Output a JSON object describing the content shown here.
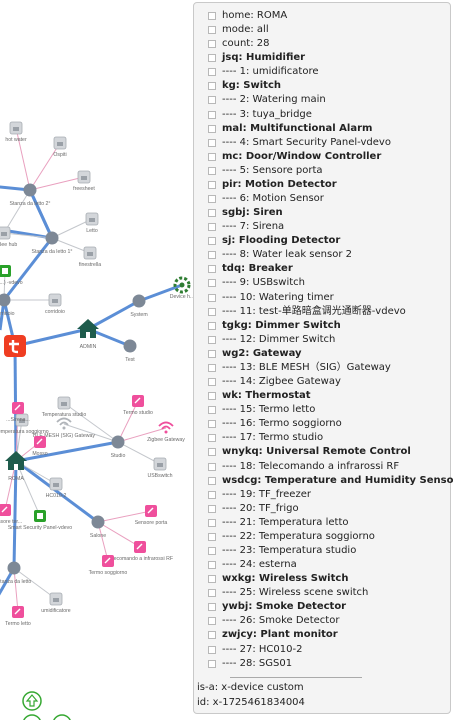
{
  "graph": {
    "nodes": [
      {
        "id": "n_hot_water",
        "label": "hot water",
        "type": "box"
      },
      {
        "id": "n_ospiti",
        "label": "Ospiti",
        "type": "box"
      },
      {
        "id": "n_freesheet",
        "label": "freesheet",
        "type": "box"
      },
      {
        "id": "n_stanza2",
        "label": "Stanza da letto 2°",
        "type": "hub"
      },
      {
        "id": "n_zigbee_hub",
        "label": "ZigBee hub",
        "type": "box"
      },
      {
        "id": "n_letto",
        "label": "Letto",
        "type": "box"
      },
      {
        "id": "n_stanza1",
        "label": "Stanza da letto 1°",
        "type": "hub"
      },
      {
        "id": "n_finestrella",
        "label": "finestrella",
        "type": "box"
      },
      {
        "id": "n_vdevo",
        "label": "(智能...) -vdevo",
        "type": "green"
      },
      {
        "id": "n_corridoio",
        "label": "Corridoio",
        "type": "hub"
      },
      {
        "id": "n_corridoio2",
        "label": "corridoio",
        "type": "box"
      },
      {
        "id": "n_system",
        "label": "System",
        "type": "hub"
      },
      {
        "id": "n_device",
        "label": "Device h...",
        "type": "gear"
      },
      {
        "id": "n_admin",
        "label": "ADMIN",
        "type": "house"
      },
      {
        "id": "n_test",
        "label": "Test",
        "type": "hub"
      },
      {
        "id": "n_tuya",
        "label": "",
        "type": "tuya"
      },
      {
        "id": "n_termo_studio",
        "label": "Termo studio",
        "type": "pink"
      },
      {
        "id": "n_temp_studio",
        "label": "Temperatura studio",
        "type": "box"
      },
      {
        "id": "n_ble",
        "label": "BLE MESH (SIG) Gateway",
        "type": "wifi"
      },
      {
        "id": "n_zig_gw",
        "label": "Zigbee Gateway",
        "type": "wifi"
      },
      {
        "id": "n_studio",
        "label": "Studio",
        "type": "hub"
      },
      {
        "id": "n_usb",
        "label": "USBswitch",
        "type": "box"
      },
      {
        "id": "n_roma",
        "label": "ROMA",
        "type": "house"
      },
      {
        "id": "n_hc",
        "label": "HC010-2",
        "type": "box"
      },
      {
        "id": "n_smart",
        "label": "Smart Security Panel-vdevo",
        "type": "green"
      },
      {
        "id": "n_sensore",
        "label": "Sensore porta",
        "type": "pink"
      },
      {
        "id": "n_salone",
        "label": "Salone",
        "type": "hub"
      },
      {
        "id": "n_telecomando",
        "label": "Telecomando a infrarossi RF",
        "type": "pink"
      },
      {
        "id": "n_termo_sogg",
        "label": "Termo soggiorno",
        "type": "pink"
      },
      {
        "id": "n_stanza_letto",
        "label": "Stanza da letto",
        "type": "hub"
      },
      {
        "id": "n_termo_letto",
        "label": "Termo letto",
        "type": "pink"
      },
      {
        "id": "n_umid",
        "label": "umidificatore",
        "type": "box"
      },
      {
        "id": "n_sensore_ter",
        "label": "...sensore ter...",
        "type": "pink"
      },
      {
        "id": "n_temp_sogg",
        "label": "Temperatura soggiorno",
        "type": "box"
      },
      {
        "id": "n_mosso",
        "label": "Mosso",
        "type": "pink"
      },
      {
        "id": "n_stanza_pink",
        "label": "...Sirena...",
        "type": "pink"
      }
    ],
    "up_icon": "arrow-up-icon"
  },
  "panel": {
    "items": [
      {
        "text": "home: ROMA",
        "bold": false
      },
      {
        "text": "mode: all",
        "bold": false
      },
      {
        "text": "count: 28",
        "bold": false
      },
      {
        "text": "jsq: Humidifier",
        "bold": true
      },
      {
        "text": "---- 1: umidificatore",
        "bold": false
      },
      {
        "text": "kg: Switch",
        "bold": true
      },
      {
        "text": "---- 2: Watering main",
        "bold": false
      },
      {
        "text": "---- 3: tuya_bridge",
        "bold": false
      },
      {
        "text": "mal: Multifunctional Alarm",
        "bold": true
      },
      {
        "text": "---- 4: Smart Security Panel-vdevo",
        "bold": false
      },
      {
        "text": "mc: Door/Window Controller",
        "bold": true
      },
      {
        "text": "---- 5: Sensore porta",
        "bold": false
      },
      {
        "text": "pir: Motion Detector",
        "bold": true
      },
      {
        "text": "---- 6: Motion Sensor",
        "bold": false
      },
      {
        "text": "sgbj: Siren",
        "bold": true
      },
      {
        "text": "---- 7: Sirena",
        "bold": false
      },
      {
        "text": "sj: Flooding Detector",
        "bold": true
      },
      {
        "text": "---- 8: Water leak sensor 2",
        "bold": false
      },
      {
        "text": "tdq: Breaker",
        "bold": true
      },
      {
        "text": "---- 9: USBswitch",
        "bold": false
      },
      {
        "text": "---- 10: Watering timer",
        "bold": false
      },
      {
        "text": "---- 11: test-单路暗盒调光通断器-vdevo",
        "bold": false
      },
      {
        "text": "tgkg: Dimmer Switch",
        "bold": true
      },
      {
        "text": "---- 12: Dimmer Switch",
        "bold": false
      },
      {
        "text": "wg2: Gateway",
        "bold": true
      },
      {
        "text": "---- 13: BLE MESH（SIG）Gateway",
        "bold": false
      },
      {
        "text": "---- 14: Zigbee Gateway",
        "bold": false
      },
      {
        "text": "wk: Thermostat",
        "bold": true
      },
      {
        "text": "---- 15: Termo letto",
        "bold": false
      },
      {
        "text": "---- 16: Termo soggiorno",
        "bold": false
      },
      {
        "text": "---- 17: Termo studio",
        "bold": false
      },
      {
        "text": "wnykq: Universal Remote Control",
        "bold": true
      },
      {
        "text": "---- 18: Telecomando a infrarossi RF",
        "bold": false
      },
      {
        "text": "wsdcg: Temperature and Humidity Sensor",
        "bold": true
      },
      {
        "text": "---- 19: TF_freezer",
        "bold": false
      },
      {
        "text": "---- 20: TF_frigo",
        "bold": false
      },
      {
        "text": "---- 21: Temperatura letto",
        "bold": false
      },
      {
        "text": "---- 22: Temperatura soggiorno",
        "bold": false
      },
      {
        "text": "---- 23: Temperatura studio",
        "bold": false
      },
      {
        "text": "---- 24: esterna",
        "bold": false
      },
      {
        "text": "wxkg: Wireless Switch",
        "bold": true
      },
      {
        "text": "---- 25: Wireless scene switch",
        "bold": false
      },
      {
        "text": "ywbj: Smoke Detector",
        "bold": true
      },
      {
        "text": "---- 26: Smoke Detector",
        "bold": false
      },
      {
        "text": "zwjcy: Plant monitor",
        "bold": true
      },
      {
        "text": "---- 27: HC010-2",
        "bold": false
      },
      {
        "text": "---- 28: SGS01",
        "bold": false
      }
    ],
    "is_a": "is-a: x-device custom",
    "id": "id: x-1725461834004"
  },
  "colors": {
    "hub": "#7d8896",
    "edge_main": "#5b8ed6",
    "edge_pink": "#e9a0bf",
    "pink": "#ef4f9c",
    "green": "#2aa12a",
    "tuya": "#ef3d22",
    "house": "#1f5c4c",
    "box": "#b9bec4"
  }
}
